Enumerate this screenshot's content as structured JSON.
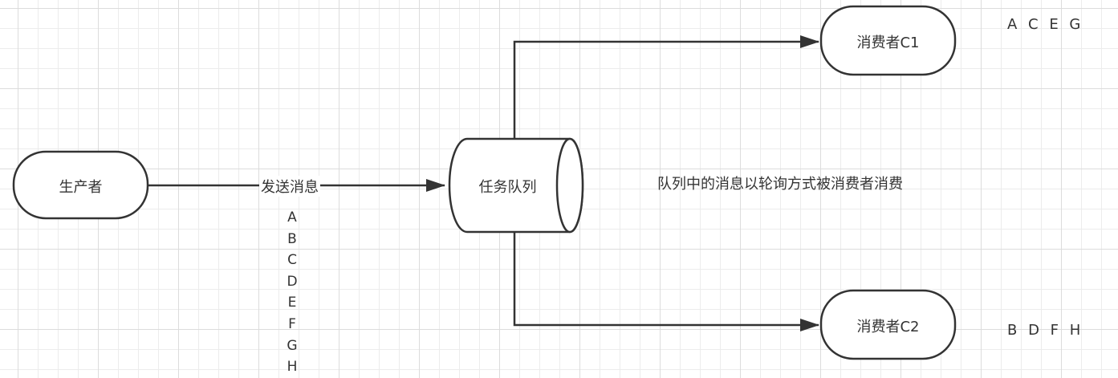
{
  "diagram": {
    "producer": {
      "label": "生产者"
    },
    "edge_send": {
      "label": "发送消息"
    },
    "messages": [
      "A",
      "B",
      "C",
      "D",
      "E",
      "F",
      "G",
      "H"
    ],
    "queue": {
      "label": "任务队列"
    },
    "consumer1": {
      "label": "消费者C1",
      "received": "A C E G"
    },
    "consumer2": {
      "label": "消费者C2",
      "received": "B D F H"
    },
    "note": "队列中的消息以轮询方式被消费者消费"
  },
  "colors": {
    "stroke": "#333333",
    "text": "#333333",
    "grid": "#e6e6e6",
    "background": "#ffffff"
  }
}
